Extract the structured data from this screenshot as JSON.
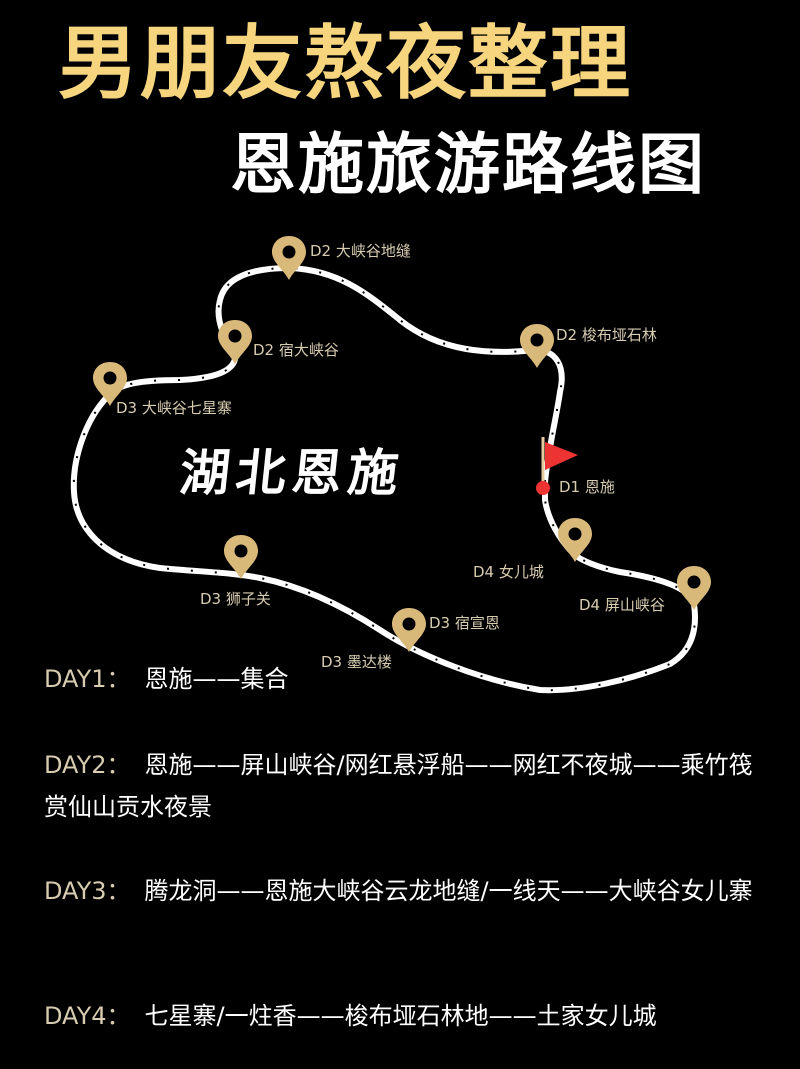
{
  "header": {
    "title_line1": "男朋友熬夜整理",
    "title_line2": "恩施旅游路线图"
  },
  "map": {
    "region_label": "湖北恩施",
    "route_color": "#ffffff",
    "pin_color": "#d9b97a",
    "flag_color": "#ee3333",
    "stops": [
      {
        "label": "D2 大峡谷地缝",
        "icon": "map-pin-icon"
      },
      {
        "label": "D2 宿大峡谷",
        "icon": "map-pin-icon"
      },
      {
        "label": "D2 梭布垭石林",
        "icon": "map-pin-icon"
      },
      {
        "label": "D3 大峡谷七星寨",
        "icon": "map-pin-icon"
      },
      {
        "label": "D1 恩施",
        "icon": "start-flag-icon"
      },
      {
        "label": "D4 女儿城",
        "icon": "map-pin-icon"
      },
      {
        "label": "D3 狮子关",
        "icon": "map-pin-icon"
      },
      {
        "label": "D4 屏山峡谷",
        "icon": "map-pin-icon"
      },
      {
        "label": "D3 宿宣恩",
        "icon": "map-pin-icon"
      },
      {
        "label": "D3 墨达楼",
        "icon": "map-pin-icon"
      }
    ]
  },
  "itinerary": [
    {
      "day": "DAY1：",
      "route": "恩施——集合"
    },
    {
      "day": "DAY2：",
      "route": "恩施——屏山峡谷/网红悬浮船——网红不夜城——乘竹筏赏仙山贡水夜景"
    },
    {
      "day": "DAY3：",
      "route": "腾龙洞——恩施大峡谷云龙地缝/一线天——大峡谷女儿寨"
    },
    {
      "day": "DAY4：",
      "route": "七星寨/一炷香——梭布垭石林地——土家女儿城"
    }
  ]
}
